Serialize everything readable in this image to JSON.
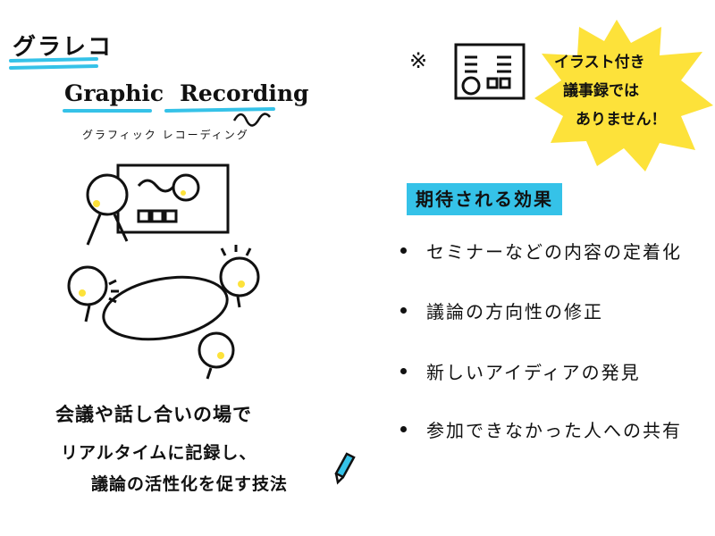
{
  "title": "グラレコ",
  "graphic_recording": {
    "word1": "Graphic",
    "word2": "Recording",
    "kana": "グラフィック レコーディング"
  },
  "description": [
    "会議や話し合いの場で",
    "リアルタイムに記録し、",
    "議論の活性化を促す技法"
  ],
  "note": {
    "mark": "※",
    "lines": [
      "イラスト付き",
      "議事録では",
      "ありません！"
    ]
  },
  "effects": {
    "title": "期待される効果",
    "items": [
      "セミナーなどの内容の定着化",
      "議論の方向性の修正",
      "新しいアイディアの発見",
      "参加できなかった人への共有"
    ]
  },
  "colors": {
    "accent_blue": "#35c2e8",
    "yellow": "#fde23a",
    "ink": "#111111"
  }
}
